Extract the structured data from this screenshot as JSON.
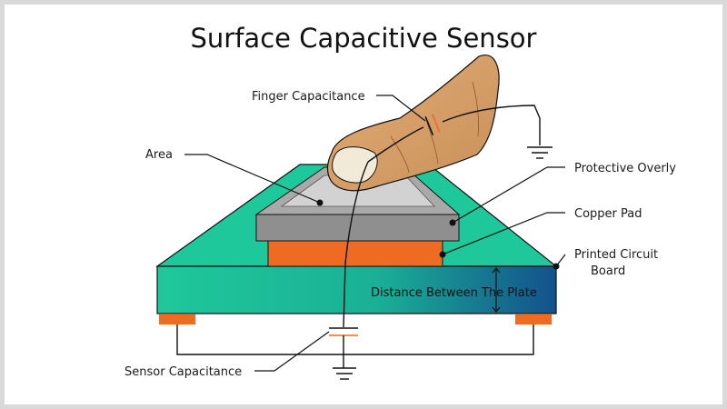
{
  "title": "Surface Capacitive Sensor",
  "labels": {
    "finger_capacitance": "Finger Capacitance",
    "area": "Area",
    "protective_overlay": "Protective Overly",
    "copper_pad": "Copper Pad",
    "pcb_line1": "Printed Circuit",
    "pcb_line2": "Board",
    "distance": "Distance Between The Plate",
    "sensor_capacitance": "Sensor Capacitance"
  },
  "colors": {
    "pcb_green": "#1fc89a",
    "pcb_blue": "#13518c",
    "copper": "#ee6b24",
    "overlay_gray": "#8f8f8f",
    "overlay_light": "#cdcdcd",
    "finger_skin": "#d9a06a",
    "nail": "#f2ead8",
    "line": "#111111"
  },
  "icons": [
    "ground-symbol",
    "capacitor-symbol",
    "finger-illustration"
  ]
}
